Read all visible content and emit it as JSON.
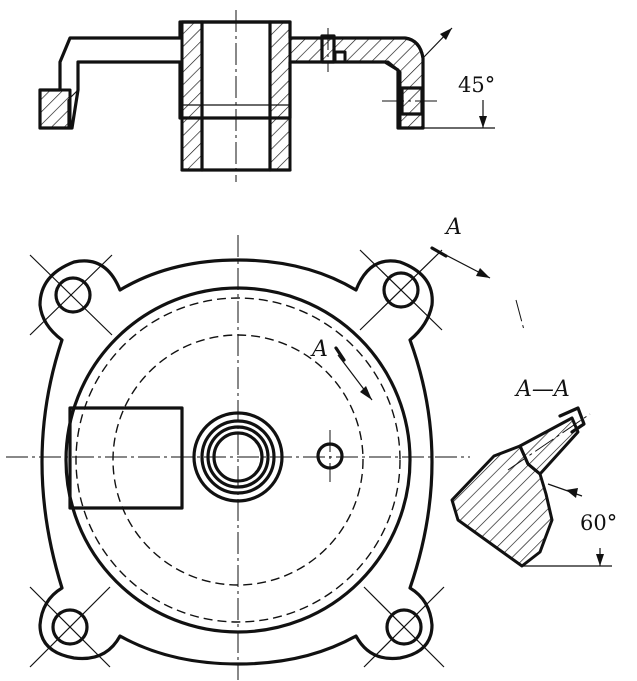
{
  "labels": {
    "section_arrow_top": "A",
    "section_arrow_mid": "A",
    "section_title": "A—A",
    "angle_top": "45°",
    "angle_section": "60°"
  }
}
